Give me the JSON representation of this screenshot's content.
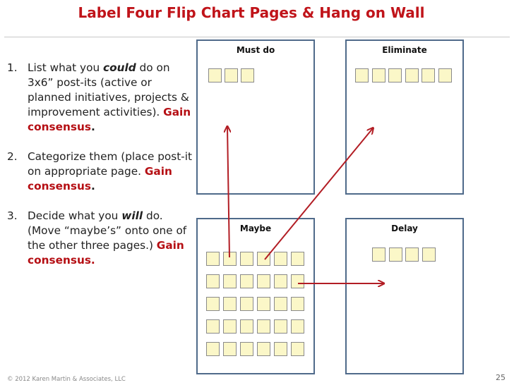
{
  "title": "Label Four Flip Chart Pages & Hang on Wall",
  "steps": [
    {
      "number": "1.",
      "text_a": "List what you ",
      "emphasis": "could",
      "text_b": " do on 3x6” post-its (active or planned initiatives, projects & improvement activities). ",
      "red": "Gain consensus",
      "tail": "."
    },
    {
      "number": "2.",
      "text_a": "Categorize them (place post-it on appropriate page. ",
      "red": "Gain consensus",
      "tail": "."
    },
    {
      "number": "3.",
      "text_a": "Decide what you ",
      "emphasis": "will",
      "text_b": " do. (Move “maybe’s” onto one of the other three pages.) ",
      "red": "Gain consensus."
    }
  ],
  "pages": {
    "must_do": "Must do",
    "eliminate": "Eliminate",
    "maybe": "Maybe",
    "delay": "Delay"
  },
  "colors": {
    "accent_red": "#c0141a",
    "page_border": "#4f6a8a",
    "post_it": "#fbf7c8",
    "arrow": "#b21d24"
  },
  "footer": {
    "copyright": "© 2012 Karen Martin & Associates, LLC",
    "page_number": "25"
  }
}
